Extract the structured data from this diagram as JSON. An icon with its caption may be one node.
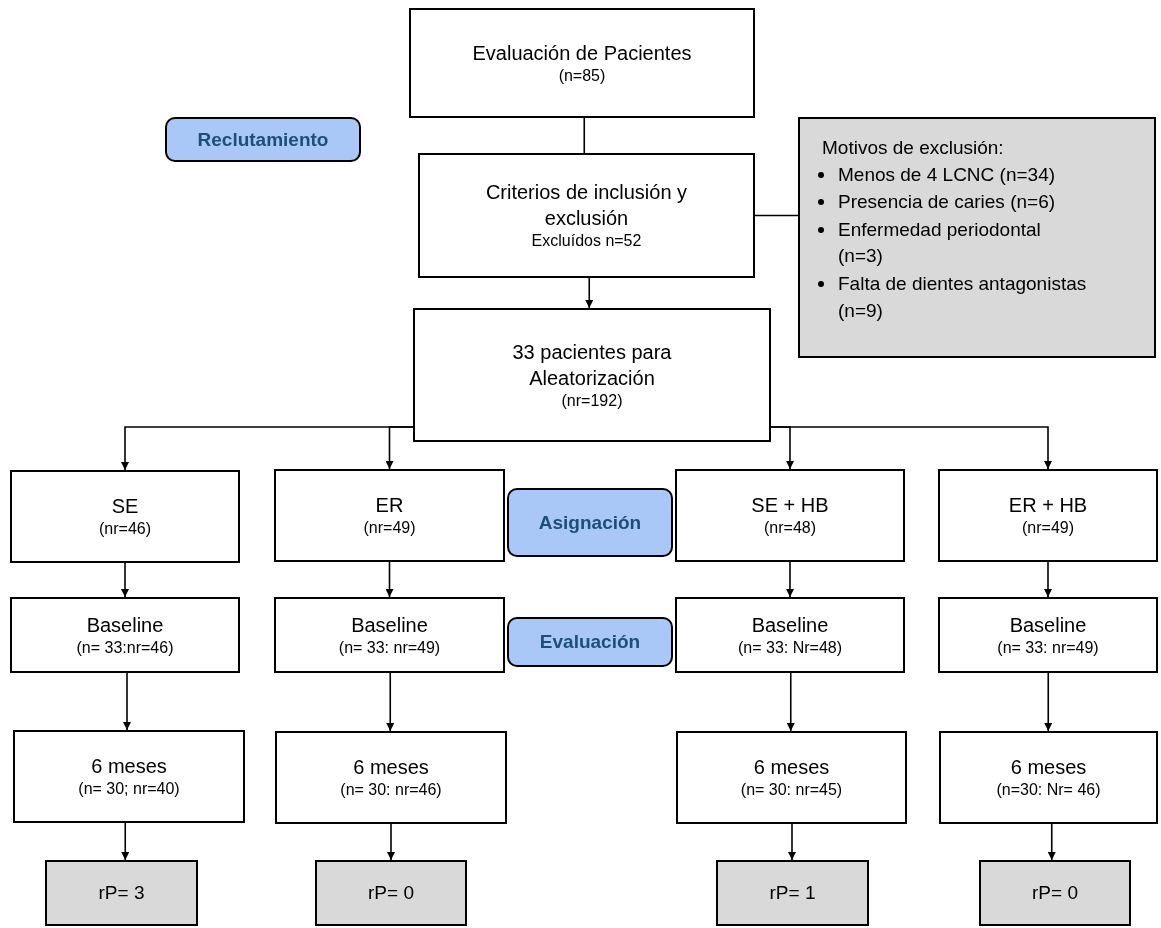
{
  "diagram": {
    "nodes": [
      {
        "text": [
          "Evaluación de Pacientes",
          "(n=85)"
        ]
      },
      {
        "text": [
          "Reclutamiento"
        ]
      },
      {
        "text": [
          "Criterios de inclusión y exclusión",
          "Excluídos n=52"
        ]
      },
      {
        "text": [
          "Motivos de exclusión:",
          "Menos de 4 LCNC (n=34)",
          "Presencia de caries (n=6)",
          "Enfermedad periodontal (n=3)",
          "Falta de dientes antagonistas (n=9)"
        ]
      },
      {
        "text": [
          "33 pacientes para Aleatorización",
          "(nr=192)"
        ]
      },
      {
        "text": [
          "SE",
          "(nr=46)"
        ]
      },
      {
        "text": [
          "ER",
          "(nr=49)"
        ]
      },
      {
        "text": [
          "Asignación"
        ]
      },
      {
        "text": [
          "SE + HB",
          "(nr=48)"
        ]
      },
      {
        "text": [
          "ER + HB",
          "(nr=49)"
        ]
      },
      {
        "text": [
          "Baseline",
          "(n= 33:nr=46)"
        ]
      },
      {
        "text": [
          "Baseline",
          "(n= 33: nr=49)"
        ]
      },
      {
        "text": [
          "Evaluación"
        ]
      },
      {
        "text": [
          "Baseline",
          "(n= 33: Nr=48)"
        ]
      },
      {
        "text": [
          "Baseline",
          "(n= 33: nr=49)"
        ]
      },
      {
        "text": [
          "6 meses",
          "(n= 30; nr=40)"
        ]
      },
      {
        "text": [
          "6 meses",
          "(n= 30: nr=46)"
        ]
      },
      {
        "text": [
          "6 meses",
          "(n= 30: nr=45)"
        ]
      },
      {
        "text": [
          "6 meses",
          "(n=30: Nr= 46)"
        ]
      },
      {
        "text": [
          "rP= 3"
        ]
      },
      {
        "text": [
          "rP= 0"
        ]
      },
      {
        "text": [
          "rP= 1"
        ]
      },
      {
        "text": [
          "rP= 0"
        ]
      }
    ],
    "edges": [
      {
        "from": 0,
        "to": 2,
        "arrow": "none"
      },
      {
        "from": 2,
        "to": 3,
        "arrow": "none"
      },
      {
        "from": 2,
        "to": 4,
        "arrow": "to"
      },
      {
        "from": 4,
        "to": 5,
        "arrow": "to"
      },
      {
        "from": 4,
        "to": 6,
        "arrow": "to"
      },
      {
        "from": 4,
        "to": 8,
        "arrow": "to"
      },
      {
        "from": 4,
        "to": 9,
        "arrow": "to"
      },
      {
        "from": 5,
        "to": 10,
        "arrow": "to"
      },
      {
        "from": 6,
        "to": 11,
        "arrow": "to"
      },
      {
        "from": 8,
        "to": 13,
        "arrow": "to"
      },
      {
        "from": 9,
        "to": 14,
        "arrow": "to"
      },
      {
        "from": 10,
        "to": 15,
        "arrow": "to"
      },
      {
        "from": 11,
        "to": 16,
        "arrow": "to"
      },
      {
        "from": 13,
        "to": 17,
        "arrow": "to"
      },
      {
        "from": 14,
        "to": 18,
        "arrow": "to"
      },
      {
        "from": 15,
        "to": 19,
        "arrow": "to"
      },
      {
        "from": 16,
        "to": 20,
        "arrow": "to"
      },
      {
        "from": 17,
        "to": 21,
        "arrow": "to"
      },
      {
        "from": 18,
        "to": 22,
        "arrow": "to"
      }
    ]
  }
}
